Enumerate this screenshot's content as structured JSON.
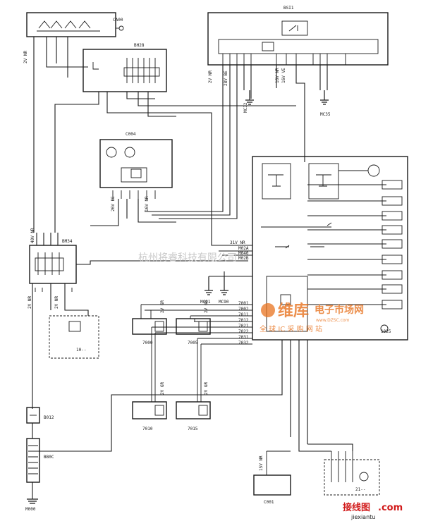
{
  "components": {
    "cad0": "CA00",
    "bsi1": "BSI1",
    "bh28": "BH28",
    "c004": "C004",
    "bm34": "BM34",
    "ecu_1025": "1025",
    "b012": "B012",
    "bbgc": "BB0C",
    "c001": "C001",
    "inj_7000": "7000",
    "inj_7005": "7005",
    "inj_7010": "7010",
    "inj_7015": "7015",
    "conn_21": "21--",
    "conn_10": "10--",
    "mass": "M000"
  },
  "grounds": {
    "mc32": "MC32",
    "mc35": "MC35",
    "mc91": "MC91",
    "mc90": "MC90"
  },
  "wire_codes": {
    "w_2vnr": "2V NR",
    "w_28v_be": "28V BE",
    "w_16v_ve": "16V VE",
    "w_31v_nr": "31V NR",
    "w_40v_nr": "40V NR",
    "w_26v_be": "26V BE",
    "w_16v_nr": "16V NR",
    "w_2v_gr": "2V GR",
    "w_15v_nr": "15V NR",
    "w_7001": "7001",
    "w_7002": "7002",
    "w_7011": "7011",
    "w_7012": "7012",
    "w_7021": "7021",
    "w_7022": "7022",
    "w_7031": "7031",
    "w_7032": "7032",
    "w_m02a": "M02A",
    "w_m02b": "M02B",
    "w_m040": "M040"
  },
  "watermark": {
    "company": "杭州将睿科技有限公司",
    "logo_main": "维库",
    "logo_sub": "电子市场网",
    "logo_url": "www.DZSC.com",
    "logo_slogan": "全 球 IC 采 购 网 站",
    "site": "接线图",
    "site_dom": ".com",
    "site_url": "jiexiantu"
  },
  "colors": {
    "line": "#1a1a1a",
    "logo_orange": "#e8731f",
    "site_red": "#d11a1a"
  }
}
